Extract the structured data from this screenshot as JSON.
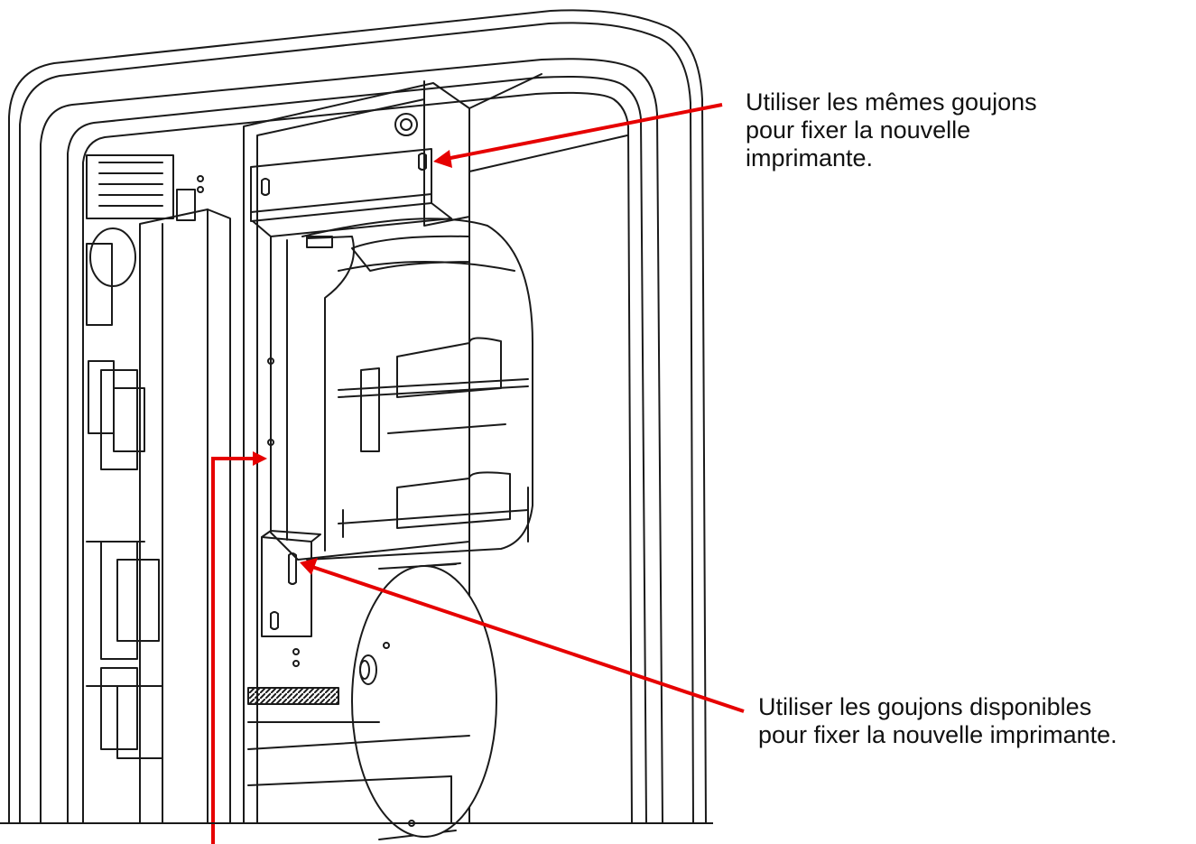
{
  "annotations": {
    "top": [
      "Utiliser les mêmes goujons",
      "pour fixer la nouvelle",
      "imprimante."
    ],
    "bottom": [
      "Utiliser les goujons disponibles",
      "pour fixer la nouvelle imprimante."
    ]
  },
  "colors": {
    "arrow": "#e60000",
    "line": "#1a1a1a",
    "background": "#ffffff"
  }
}
